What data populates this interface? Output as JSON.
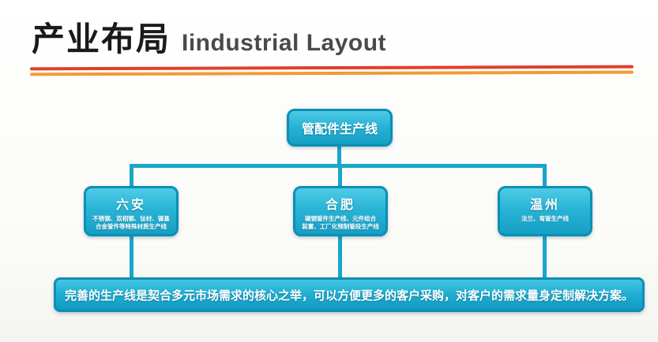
{
  "header": {
    "title_zh": "产业布局",
    "title_en": "Iindustrial Layout"
  },
  "colors": {
    "box_fill": "#29b4d6",
    "box_border": "#0d8fb4",
    "connector": "#18a6c9",
    "rule_red": "#e0402a",
    "rule_orange": "#f09c34"
  },
  "diagram": {
    "root": {
      "label": "管配件生产线"
    },
    "children": [
      {
        "name": "六安",
        "desc": "不锈钢、双相钢、钛材、镍基\n合金管件等特殊材质生产线"
      },
      {
        "name": "合肥",
        "desc": "碳钢管件生产线、元件组合\n装置、工厂化预制管段生产线"
      },
      {
        "name": "温州",
        "desc": "法兰、弯管生产线"
      }
    ],
    "summary": "完善的生产线是契合多元市场需求的核心之举，可以方便更多的客户采购，对客户的需求量身定制解决方案。"
  }
}
